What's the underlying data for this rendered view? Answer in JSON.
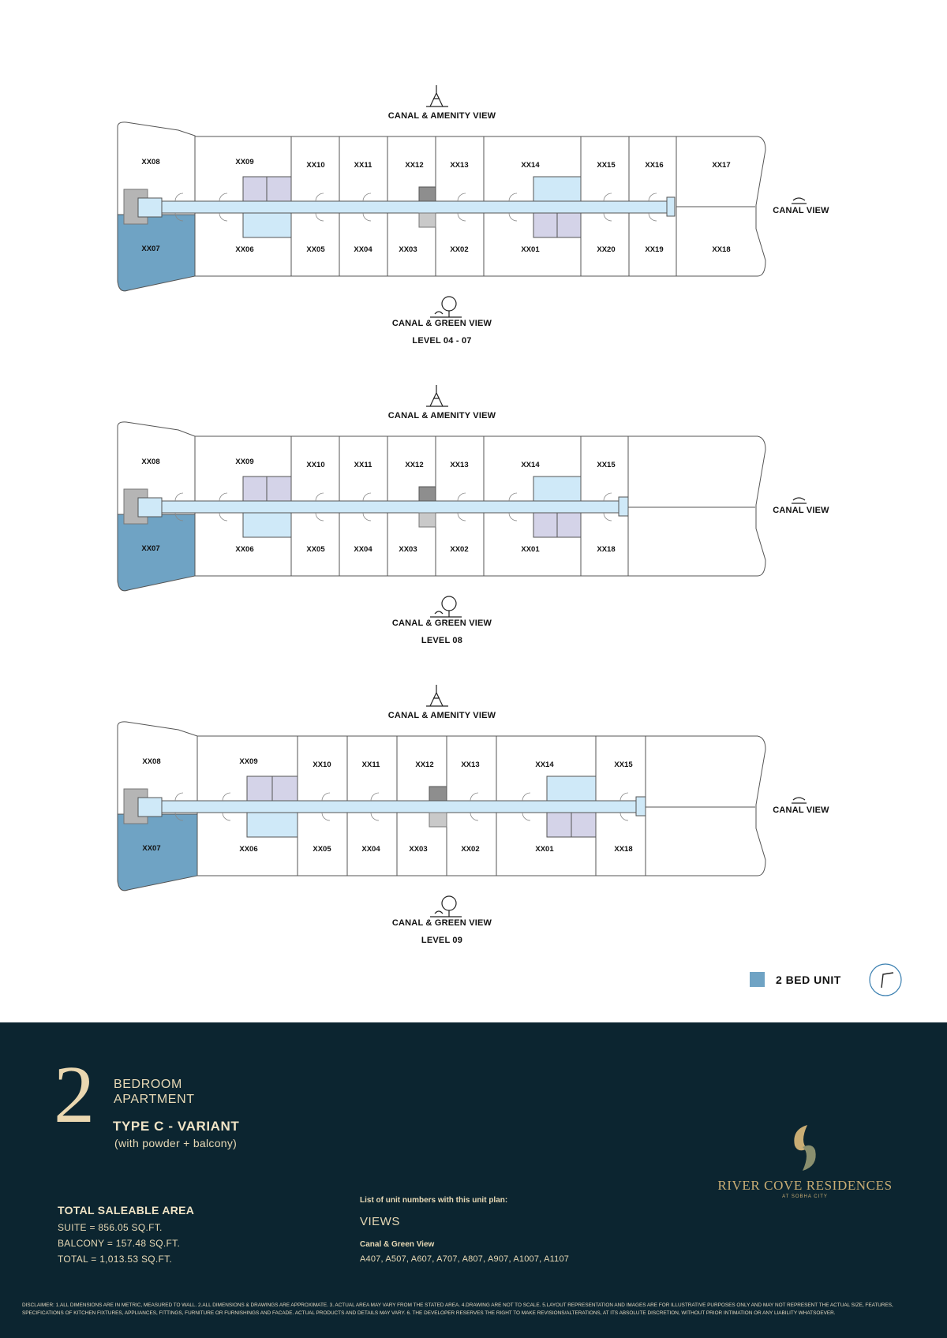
{
  "colors": {
    "two_bed_unit": "#6fa3c4",
    "corridor": "#cfe9f8",
    "bathroom": "#d4d3e8",
    "core": "#9a9a9a",
    "footer_bg": "#0c2530",
    "gold": "#c9ad74"
  },
  "plans": [
    {
      "top_view": "CANAL & AMENITY VIEW",
      "bottom_view": "CANAL & GREEN VIEW",
      "side_view": "CANAL VIEW",
      "level": "LEVEL 04 - 07",
      "top_units": [
        "XX09",
        "XX10",
        "XX11",
        "XX12",
        "XX13",
        "XX14",
        "XX15",
        "XX16",
        "XX17"
      ],
      "bottom_units": [
        "XX06",
        "XX05",
        "XX04",
        "XX03",
        "XX02",
        "XX01",
        "XX20",
        "XX19",
        "XX18"
      ],
      "end_top_unit": "XX08",
      "end_bottom_unit": "XX07"
    },
    {
      "top_view": "CANAL & AMENITY VIEW",
      "bottom_view": "CANAL & GREEN VIEW",
      "side_view": "CANAL VIEW",
      "level": "LEVEL 08",
      "top_units": [
        "XX09",
        "XX10",
        "XX11",
        "XX12",
        "XX13",
        "XX14",
        "XX15"
      ],
      "bottom_units": [
        "XX06",
        "XX05",
        "XX04",
        "XX03",
        "XX02",
        "XX01",
        "XX18"
      ],
      "end_top_unit": "XX08",
      "end_bottom_unit": "XX07"
    },
    {
      "top_view": "CANAL & AMENITY VIEW",
      "bottom_view": "CANAL & GREEN VIEW",
      "side_view": "CANAL VIEW",
      "level": "LEVEL 09",
      "top_units": [
        "XX09",
        "XX10",
        "XX11",
        "XX12",
        "XX13",
        "XX14",
        "XX15"
      ],
      "bottom_units": [
        "XX06",
        "XX05",
        "XX04",
        "XX03",
        "XX02",
        "XX01",
        "XX18"
      ],
      "end_top_unit": "XX08",
      "end_bottom_unit": "XX07"
    }
  ],
  "legend": {
    "label": "2 BED UNIT"
  },
  "apartment": {
    "number": "2",
    "line1": "BEDROOM",
    "line2": "APARTMENT",
    "type": "TYPE C - VARIANT",
    "subtitle": "(with powder + balcony)"
  },
  "area": {
    "title": "TOTAL SALEABLE AREA",
    "suite": "SUITE = 856.05 SQ.FT.",
    "balcony": "BALCONY = 157.48 SQ.FT.",
    "total": "TOTAL = 1,013.53 SQ.FT."
  },
  "units_list": {
    "title": "List of unit numbers with this unit plan:",
    "views_title": "VIEWS",
    "view_name": "Canal & Green View",
    "units": "A407, A507, A607, A707, A807, A907, A1007, A1107"
  },
  "brand": {
    "name": "RIVER COVE RESIDENCES",
    "sub": "AT SOBHA CITY"
  },
  "disclaimer": "DISCLAIMER: 1.ALL DIMENSIONS ARE IN METRIC, MEASURED TO WALL. 2.ALL DIMENSIONS & DRAWINGS ARE APPROXIMATE. 3. ACTUAL AREA MAY VARY FROM THE STATED AREA. 4.DRAWING ARE NOT TO SCALE. 5.LAYOUT REPRESENTATION AND IMAGES ARE FOR ILLUSTRATIVE PURPOSES ONLY AND MAY NOT REPRESENT THE ACTUAL SIZE, FEATURES, SPECIFICATIONS OF KITCHEN FIXTURES, APPLIANCES, FITTINGS, FURNITURE OR FURNISHINGS AND FACADE. ACTUAL PRODUCTS AND DETAILS MAY VARY. 6. THE DEVELOPER RESERVES THE RIGHT TO MAKE REVISIONS/ALTERATIONS, AT ITS ABSOLUTE DISCRETION, WITHOUT PRIOR INTIMATION OR ANY LIABILITY WHATSOEVER."
}
